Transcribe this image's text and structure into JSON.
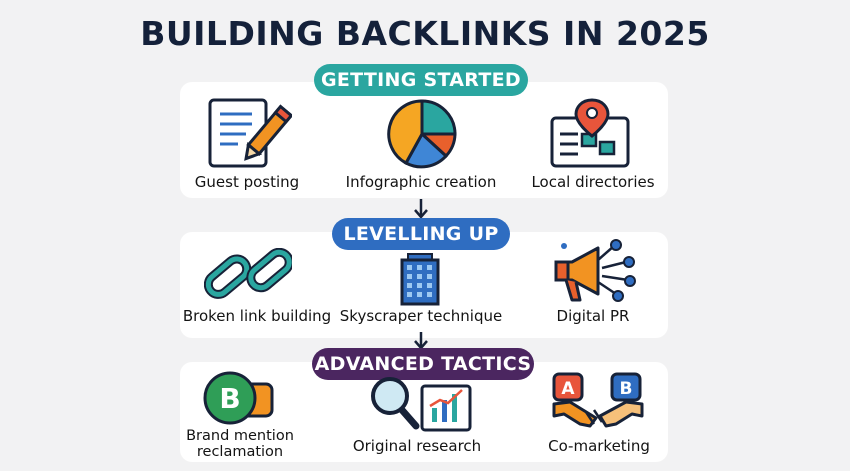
{
  "title": "BUILDING BACKLINKS IN 2025",
  "sections": [
    {
      "heading": "GETTING STARTED",
      "color": "#2aa6a0",
      "items": [
        {
          "label": "Guest posting",
          "icon": "document-pencil-icon"
        },
        {
          "label": "Infographic creation",
          "icon": "pie-chart-icon"
        },
        {
          "label": "Local directories",
          "icon": "map-pin-directory-icon"
        }
      ]
    },
    {
      "heading": "LEVELLING UP",
      "color": "#2f6dc1",
      "items": [
        {
          "label": "Broken link building",
          "icon": "broken-chain-icon"
        },
        {
          "label": "Skyscraper technique",
          "icon": "skyscraper-icon"
        },
        {
          "label": "Digital PR",
          "icon": "megaphone-network-icon"
        }
      ]
    },
    {
      "heading": "ADVANCED TACTICS",
      "color": "#4b2660",
      "items": [
        {
          "label": "Brand mention reclamation",
          "icon": "brand-b-icon"
        },
        {
          "label": "Original research",
          "icon": "magnifier-chart-icon"
        },
        {
          "label": "Co-marketing",
          "icon": "handshake-ab-icon"
        }
      ]
    }
  ]
}
